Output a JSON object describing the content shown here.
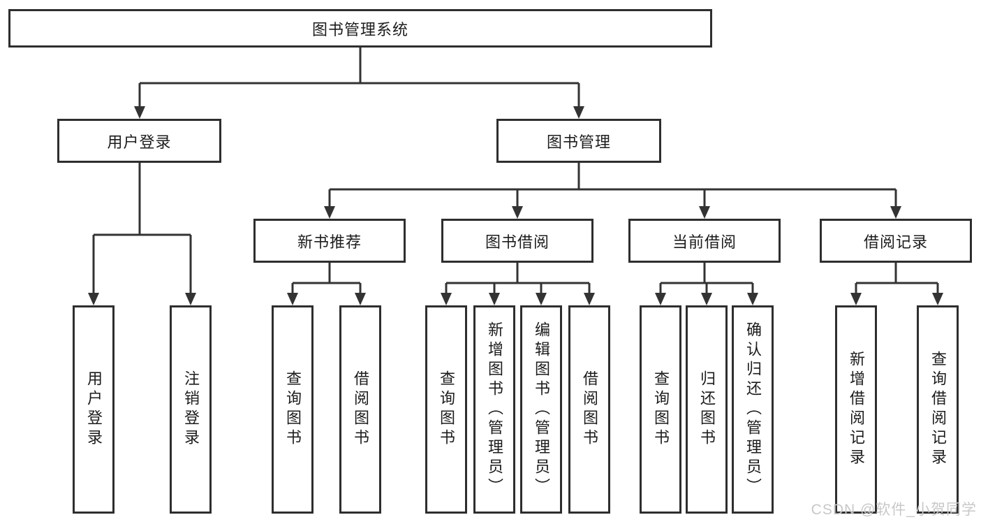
{
  "diagram": {
    "root": {
      "label": "图书管理系统"
    },
    "level2": [
      {
        "label": "用户登录",
        "children": [
          {
            "label": "用户登录"
          },
          {
            "label": "注销登录"
          }
        ]
      },
      {
        "label": "图书管理",
        "children": [
          {
            "label": "新书推荐",
            "children": [
              {
                "label": "查询图书"
              },
              {
                "label": "借阅图书"
              }
            ]
          },
          {
            "label": "图书借阅",
            "children": [
              {
                "label": "查询图书"
              },
              {
                "label": "新增图书（管理员）"
              },
              {
                "label": "编辑图书（管理员）"
              },
              {
                "label": "借阅图书"
              }
            ]
          },
          {
            "label": "当前借阅",
            "children": [
              {
                "label": "查询图书"
              },
              {
                "label": "归还图书"
              },
              {
                "label": "确认归还（管理员）"
              }
            ]
          },
          {
            "label": "借阅记录",
            "children": [
              {
                "label": "新增借阅记录"
              },
              {
                "label": "查询借阅记录"
              }
            ]
          }
        ]
      }
    ]
  },
  "watermark": "CSDN @软件_小贺同学",
  "colors": {
    "line": "#333333",
    "border": "#2e2e2e",
    "text": "#1c1c1c",
    "watermark_text": "#c8c8c8",
    "background": "#ffffff"
  }
}
